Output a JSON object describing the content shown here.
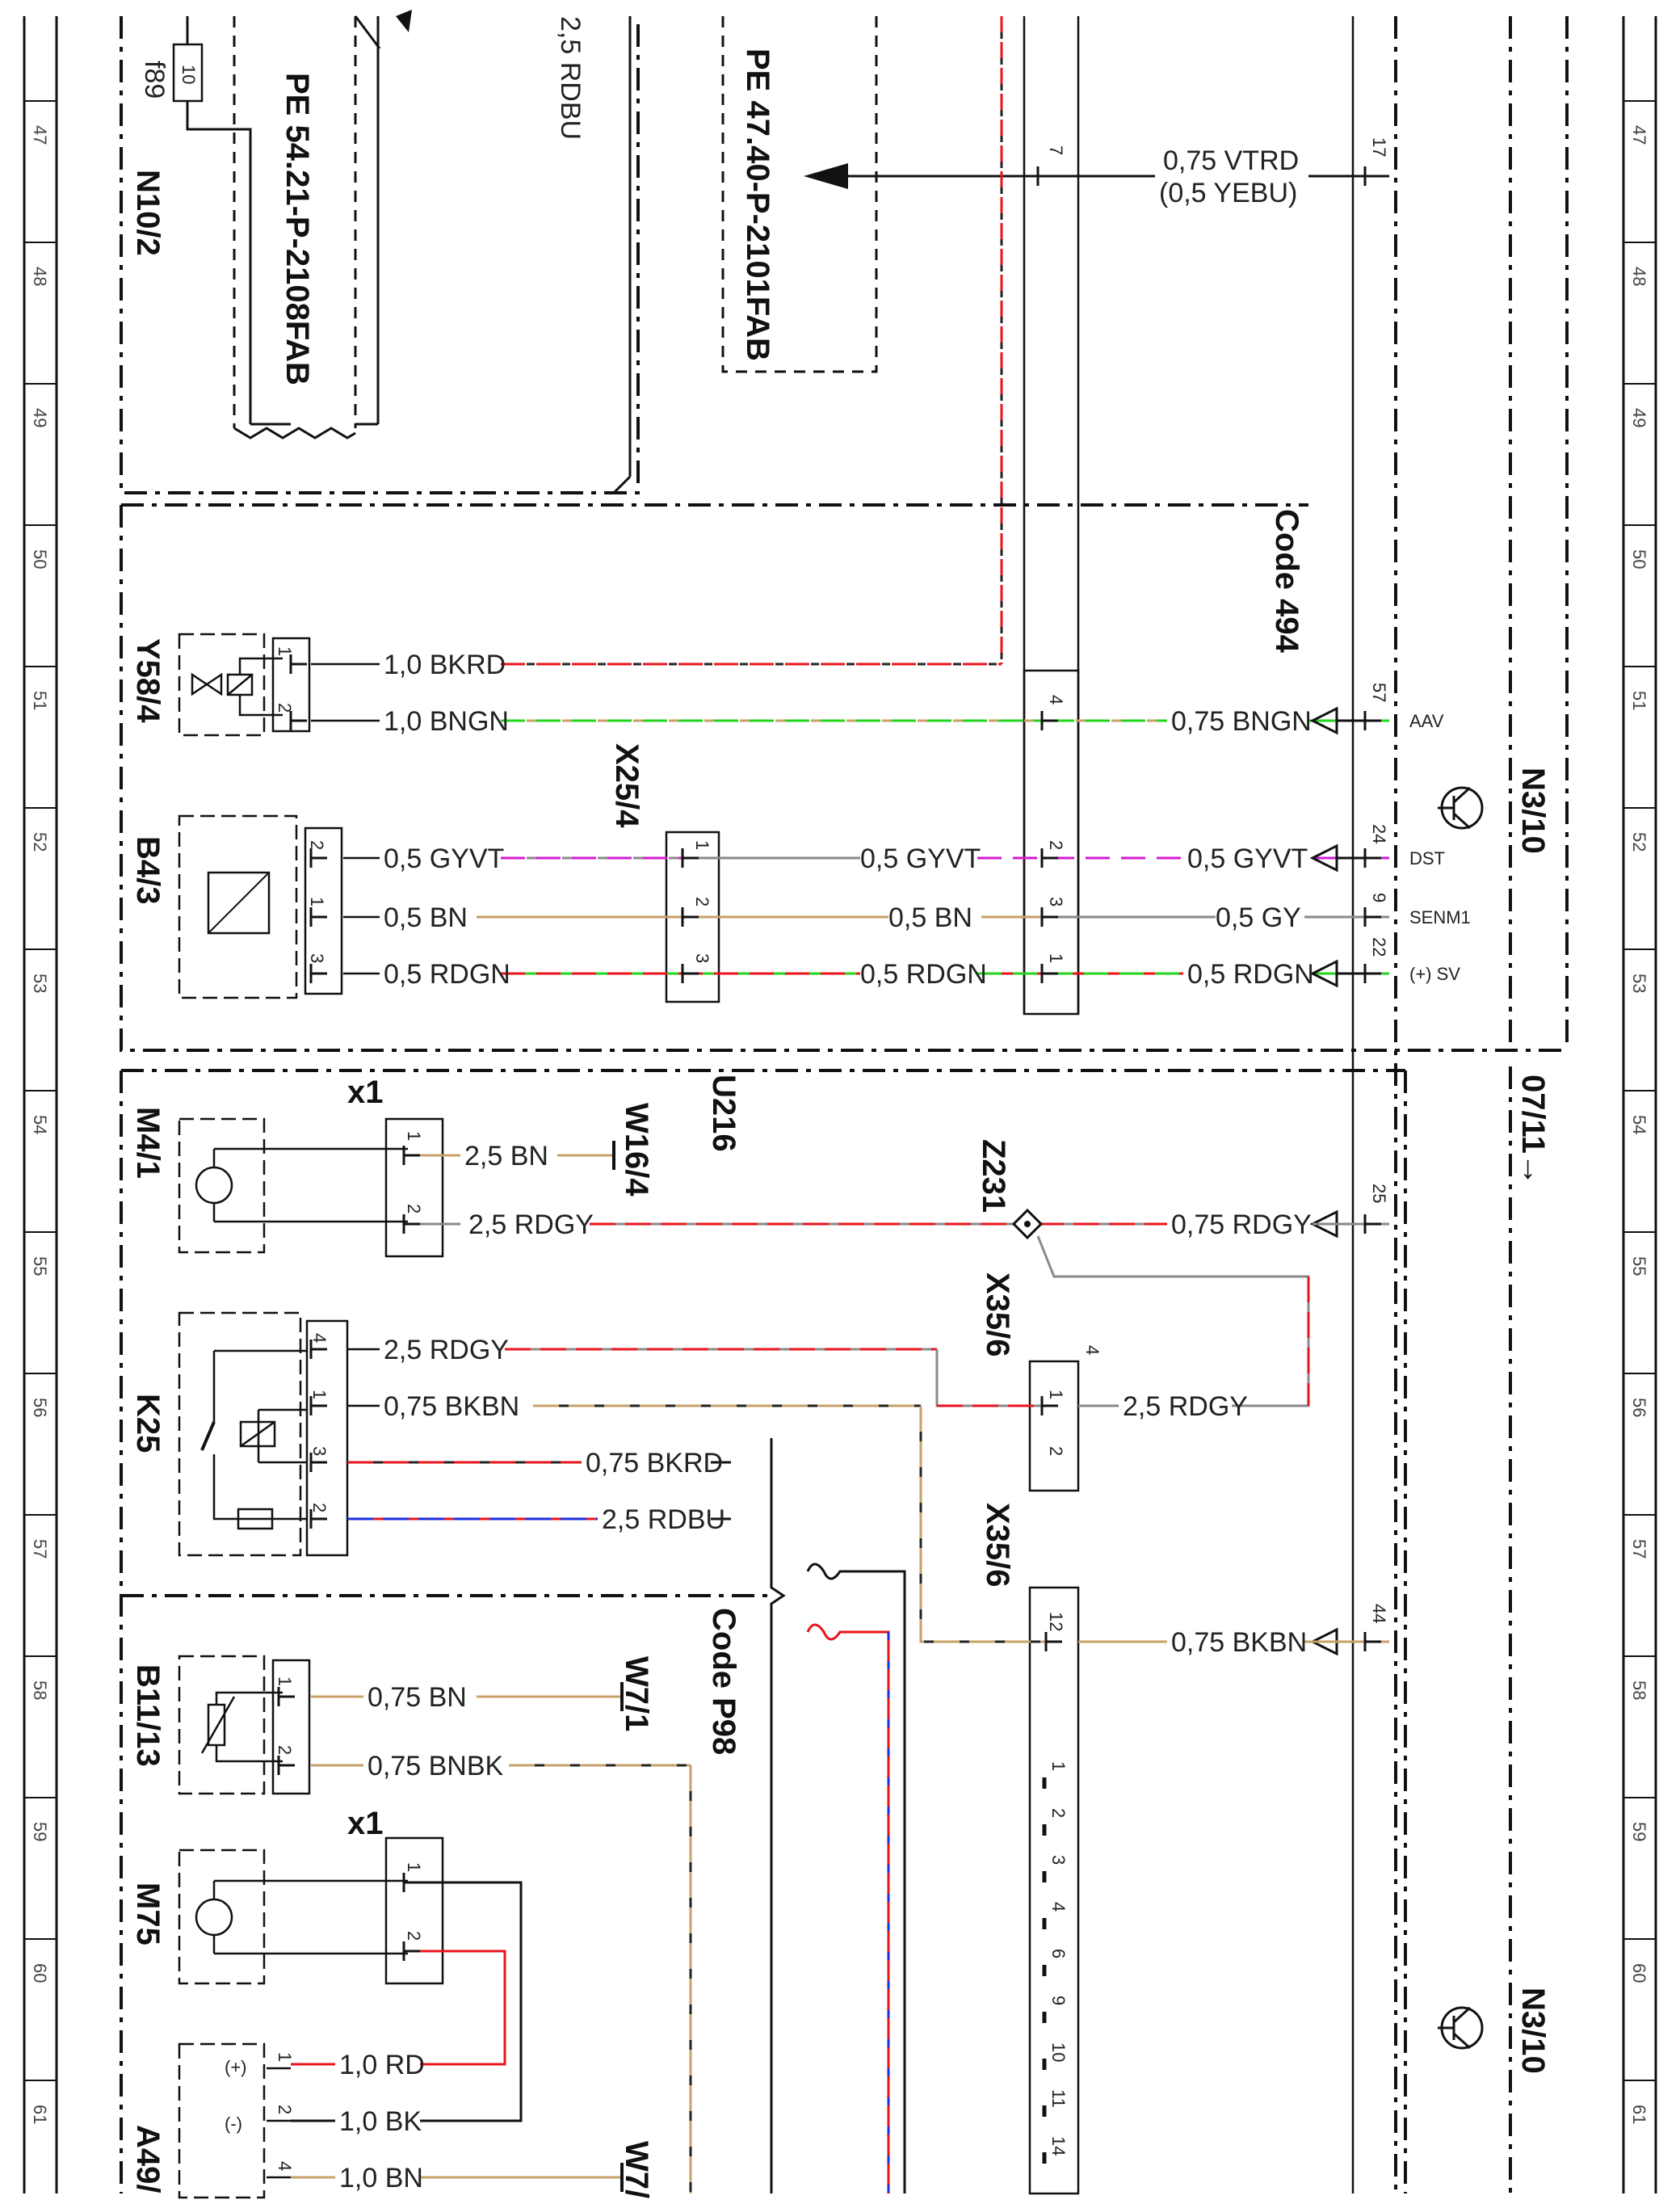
{
  "grid_numbers": [
    "47",
    "48",
    "49",
    "50",
    "51",
    "52",
    "53",
    "54",
    "55",
    "56",
    "57",
    "58",
    "59",
    "60",
    "61"
  ],
  "components": {
    "n10_2": "N10/2",
    "pe_54": "PE 54.21-P-2108FAB",
    "pe_47": "PE 47.40-P-2101FAB",
    "fuse": "f89",
    "fuse_num": "10",
    "y58_4": "Y58/4",
    "b4_3": "B4/3",
    "x25_4": "X25/4",
    "code_494": "Code 494",
    "n3_10": "N3/10",
    "m4_1": "M4/1",
    "k25": "K25",
    "w16_4": "W16/4",
    "u216": "U216",
    "z231": "Z231",
    "x35_6a": "X35/6",
    "x35_6b": "X35/6",
    "date_code": "07/11→",
    "code_p98": "Code P98",
    "b11_13": "B11/13",
    "w7_1": "W7/1",
    "m75": "M75",
    "a49": "A49/",
    "w7b": "W7/",
    "x1a": "x1",
    "x1b": "x1",
    "top_wire": "2,5 RDBU"
  },
  "wires": {
    "vtrd": "0,75 VTRD",
    "yebu": "(0,5 YEBU)",
    "bkrd_10": "1,0 BKRD",
    "bngn_10": "1,0 BNGN",
    "bngn_075": "0,75 BNGN",
    "gyvt_a": "0,5 GYVT",
    "gyvt_b": "0,5 GYVT",
    "gyvt_c": "0,5 GYVT",
    "bn_a": "0,5 BN",
    "bn_b": "0,5 BN",
    "gy_05": "0,5 GY",
    "rdgn_a": "0,5 RDGN",
    "rdgn_b": "0,5 RDGN",
    "rdgn_c": "0,5 RDGN",
    "bn_25": "2,5 BN",
    "rdgy_25a": "2,5 RDGY",
    "rdgy_075": "0,75 RDGY",
    "rdgy_25b": "2,5 RDGY",
    "rdgy_25c": "2,5 RDGY",
    "bkbn_075a": "0,75 BKBN",
    "bkbn_075b": "0,75 BKBN",
    "bkrd_075": "0,75 BKRD",
    "rdbu_25": "2,5 RDBU",
    "bn_075": "0,75 BN",
    "bnbk_075": "0,75 BNBK",
    "rd_10": "1,0 RD",
    "bk_10": "1,0 BK",
    "bn_10": "1,0 BN"
  },
  "signals": {
    "aav": "AAV",
    "dst": "DST",
    "senm1": "SENM1",
    "sv": "(+) SV"
  },
  "pins": {
    "p17": "17",
    "p7": "7",
    "p57": "57",
    "p4": "4",
    "p24": "24",
    "p9": "9",
    "p22": "22",
    "p25": "25",
    "p44": "44",
    "p12": "12",
    "p1": "1",
    "p2": "2",
    "p3": "3",
    "x35_list": [
      "1",
      "2",
      "3",
      "4",
      "6",
      "9",
      "10",
      "11",
      "14"
    ],
    "plus": "(+)",
    "minus": "(-)"
  },
  "colors": {
    "red": "#e8141c",
    "green": "#22d41c",
    "brown": "#c8a06a",
    "magenta": "#d21cd2",
    "gray": "#8a8a8a",
    "black": "#222222",
    "blue": "#1c2ce0"
  }
}
